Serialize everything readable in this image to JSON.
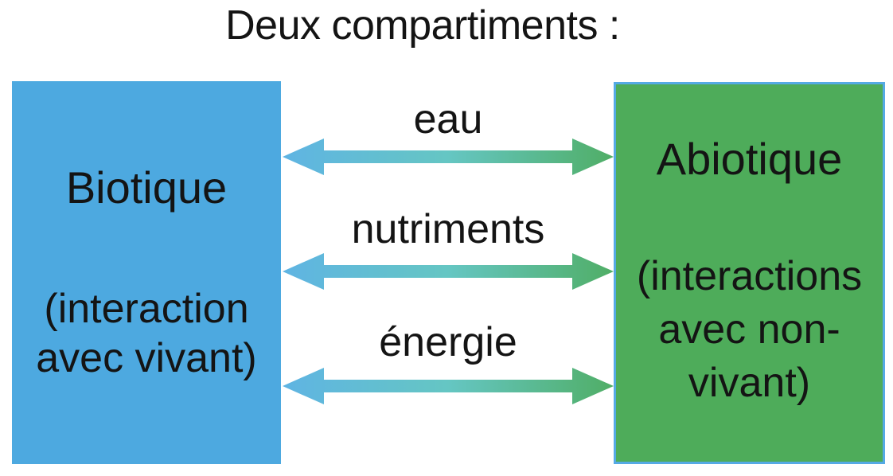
{
  "title": "Deux compartiments :",
  "boxes": {
    "biotic": {
      "heading": "Biotique",
      "subtitle_lines": [
        "(interaction",
        "avec vivant)"
      ],
      "fill_color": "#4DA9E0"
    },
    "abiotic": {
      "heading": "Abiotique",
      "subtitle_lines": [
        "(interactions",
        "avec non-",
        "vivant)"
      ],
      "fill_color": "#4EAC5A",
      "border_color": "#55AAE4"
    }
  },
  "arrows": [
    {
      "label": "eau",
      "type": "double-headed"
    },
    {
      "label": "nutriments",
      "type": "double-headed"
    },
    {
      "label": "énergie",
      "type": "double-headed"
    }
  ],
  "arrow_gradient": {
    "start": "#5FB4E3",
    "mid": "#65C6C3",
    "end": "#50AE66"
  },
  "text_color": "#141414"
}
